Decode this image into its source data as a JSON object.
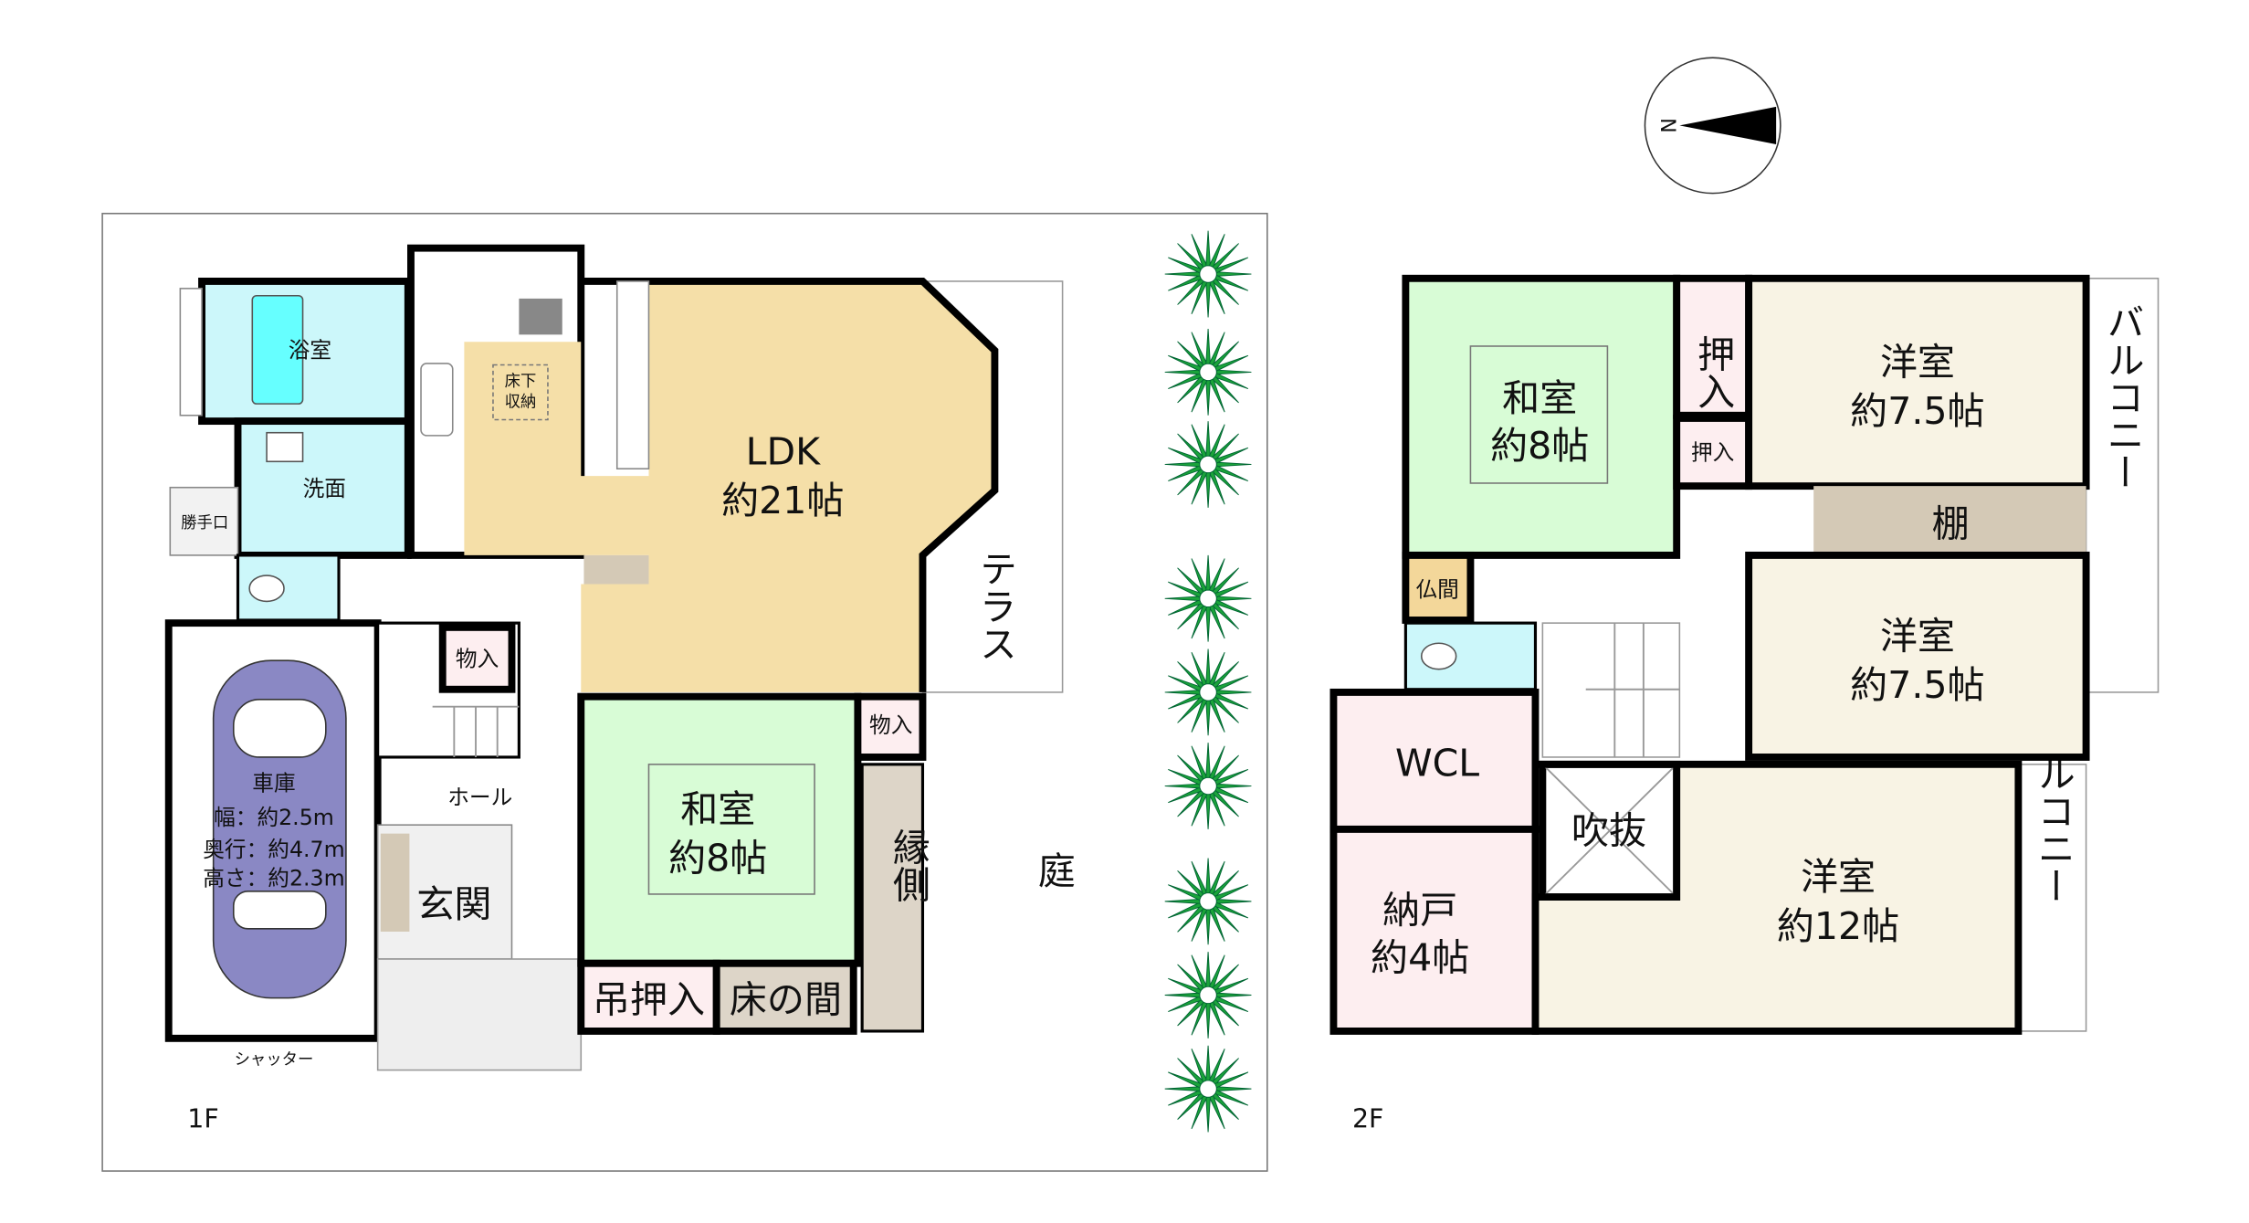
{
  "compass": {
    "north_label": "N"
  },
  "floor1": {
    "label": "1F",
    "rooms": {
      "bath": "浴室",
      "washroom": "洗面",
      "back_door": "勝手口",
      "underfloor_storage_1": "床下",
      "underfloor_storage_2": "収納",
      "ldk_name": "LDK",
      "ldk_size": "約21帖",
      "terrace": "テラス",
      "storage_hall": "物入",
      "storage_washitsu": "物入",
      "hall": "ホール",
      "entrance": "玄関",
      "washitsu_name": "和室",
      "washitsu_size": "約8帖",
      "engawa": "縁側",
      "hanging_closet": "吊押入",
      "tokonoma": "床の間",
      "garden": "庭"
    },
    "garage": {
      "name": "車庫",
      "width": "幅：約2.5m",
      "depth": "奥行：約4.7m",
      "height": "高さ：約2.3m",
      "shutter": "シャッター"
    }
  },
  "floor2": {
    "label": "2F",
    "rooms": {
      "washitsu_name": "和室",
      "washitsu_size": "約8帖",
      "closet_large": "押入",
      "closet_small": "押入",
      "western1_name": "洋室",
      "western1_size": "約7.5帖",
      "shelf": "棚",
      "western2_name": "洋室",
      "western2_size": "約7.5帖",
      "balcony1": "バルコニー",
      "balcony2": "バルコニー",
      "butsuma": "仏間",
      "wcl": "WCL",
      "void": "吹抜",
      "storeroom_name": "納戸",
      "storeroom_size": "約4帖",
      "western3_name": "洋室",
      "western3_size": "約12帖"
    }
  },
  "colors": {
    "wet": "#ccf7fa",
    "ldk": "#f5dfa8",
    "tatami": "#d8fcd6",
    "closet": "#fdeef0",
    "western": "#f8f3e4",
    "shelf": "#d4c9b6",
    "tree": "#1aa33a"
  }
}
